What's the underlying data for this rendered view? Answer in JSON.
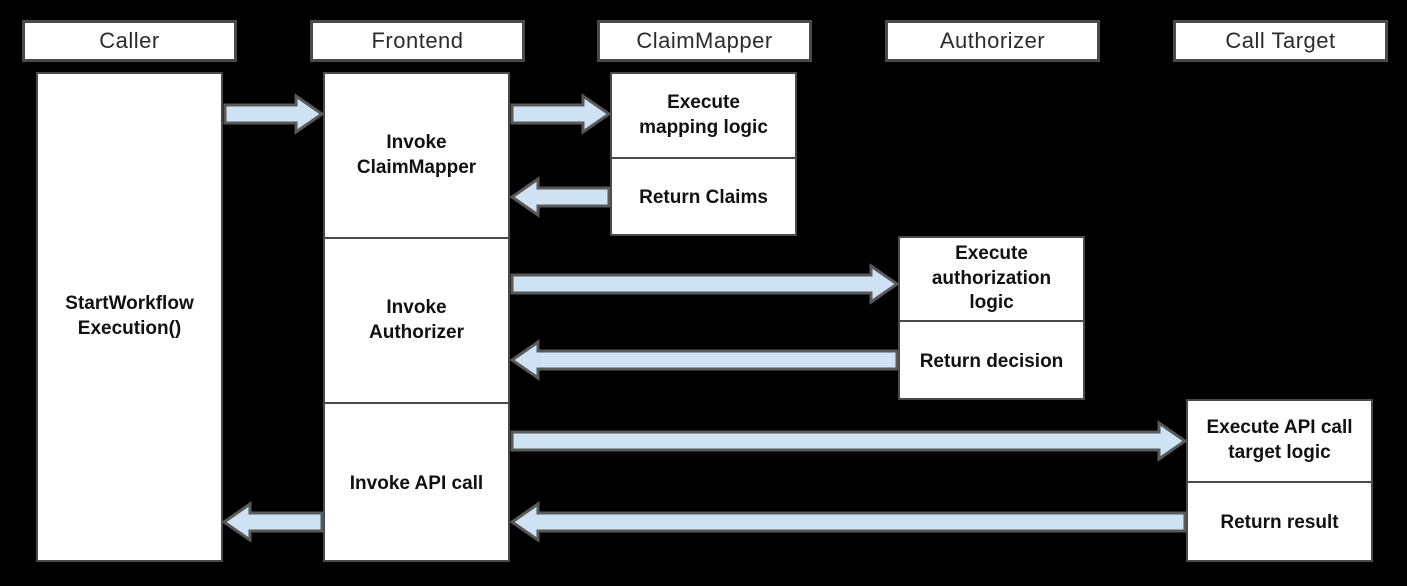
{
  "colors": {
    "background": "#000000",
    "box_fill": "#ffffff",
    "box_border": "#4a4a4a",
    "arrow_fill": "#cfe2f3",
    "arrow_stroke": "#595959",
    "header_text": "#2b2b2b",
    "label_text": "#111111"
  },
  "lanes": [
    {
      "label": "Caller"
    },
    {
      "label": "Frontend"
    },
    {
      "label": "ClaimMapper"
    },
    {
      "label": "Authorizer"
    },
    {
      "label": "Call Target"
    }
  ],
  "activations": {
    "caller": {
      "label": "StartWorkflow\nExecution()"
    },
    "frontend": {
      "steps": [
        {
          "label": "Invoke\nClaimMapper"
        },
        {
          "label": "Invoke\nAuthorizer"
        },
        {
          "label": "Invoke API call"
        }
      ]
    },
    "claimmapper": {
      "steps": [
        {
          "label": "Execute\nmapping logic"
        },
        {
          "label": "Return Claims"
        }
      ]
    },
    "authorizer": {
      "steps": [
        {
          "label": "Execute\nauthorization\nlogic"
        },
        {
          "label": "Return decision"
        }
      ]
    },
    "calltarget": {
      "steps": [
        {
          "label": "Execute API call\ntarget logic"
        },
        {
          "label": "Return result"
        }
      ]
    }
  },
  "flows": [
    {
      "from": "Caller",
      "to": "Frontend",
      "direction": "right"
    },
    {
      "from": "Frontend",
      "to": "ClaimMapper",
      "direction": "right"
    },
    {
      "from": "ClaimMapper",
      "to": "Frontend",
      "direction": "left"
    },
    {
      "from": "Frontend",
      "to": "Authorizer",
      "direction": "right"
    },
    {
      "from": "Authorizer",
      "to": "Frontend",
      "direction": "left"
    },
    {
      "from": "Frontend",
      "to": "Call Target",
      "direction": "right"
    },
    {
      "from": "Call Target",
      "to": "Frontend",
      "direction": "left"
    },
    {
      "from": "Frontend",
      "to": "Caller",
      "direction": "left"
    }
  ]
}
